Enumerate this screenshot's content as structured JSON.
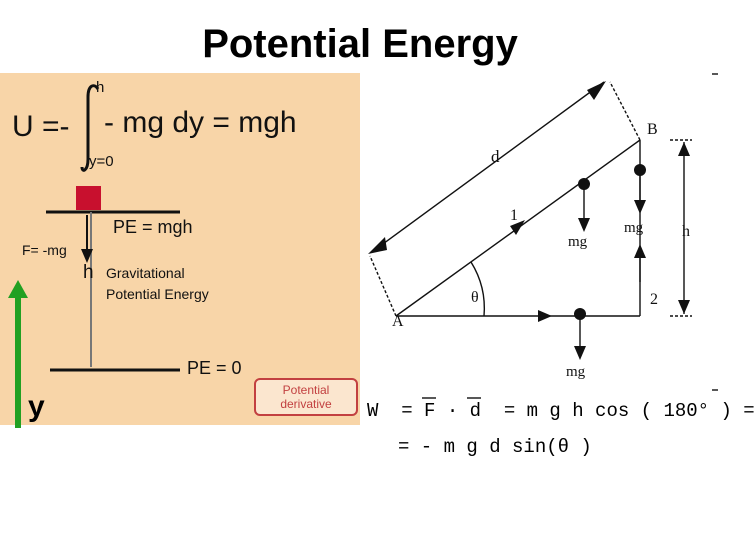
{
  "title": "Potential Energy",
  "left_panel": {
    "formula": {
      "lhs": "U =-",
      "upper_limit": "h",
      "integrand": "- mg dy = mgh",
      "lower_limit": "y=0"
    },
    "pe_top": "PE = mgh",
    "force": "F= -mg",
    "height": "h",
    "gravitational_line1": "Gravitational",
    "gravitational_line2": "Potential Energy",
    "pe_bottom": "PE = 0",
    "badge_line1": "Potential",
    "badge_line2": "derivative",
    "y_axis_label": "y",
    "colors": {
      "panel": "#f8d5a8",
      "block": "#c8102e",
      "arrow": "#22a022",
      "badge": "#c24040"
    }
  },
  "diagram": {
    "labels": {
      "A": "A",
      "B": "B",
      "d": "d",
      "path1": "1",
      "path2": "2",
      "theta": "θ",
      "h": "h",
      "mg_path1": "mg",
      "mg_right": "mg",
      "mg_bottom": "mg"
    },
    "equation_line1": "W  = F · d  = m g h cos ( 180° ) =",
    "equation_line2": "= - m g d sin(θ )"
  }
}
